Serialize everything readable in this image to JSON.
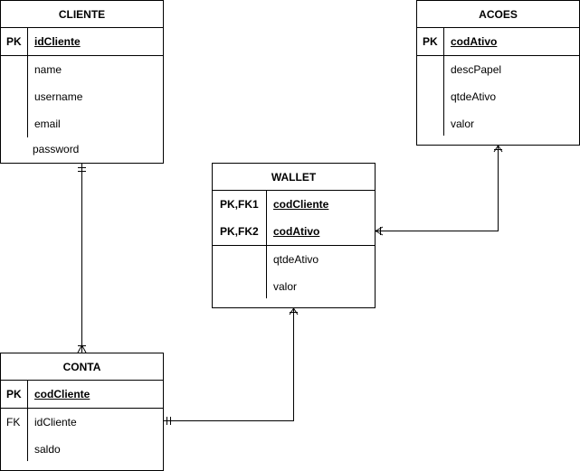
{
  "entities": {
    "cliente": {
      "title": "CLIENTE",
      "pk_key": "PK",
      "pk_attr": "idCliente",
      "attrs": [
        "name",
        "username",
        "email",
        "password"
      ]
    },
    "acoes": {
      "title": "ACOES",
      "pk_key": "PK",
      "pk_attr": "codAtivo",
      "attrs": [
        "descPapel",
        "qtdeAtivo",
        "valor"
      ]
    },
    "wallet": {
      "title": "WALLET",
      "pk1_key": "PK,FK1",
      "pk1_attr": "codCliente",
      "pk2_key": "PK,FK2",
      "pk2_attr": "codAtivo",
      "attrs": [
        "qtdeAtivo",
        "valor"
      ]
    },
    "conta": {
      "title": "CONTA",
      "pk_key": "PK",
      "pk_attr": "codCliente",
      "fk_key": "FK",
      "fk_attr": "idCliente",
      "attrs": [
        "saldo"
      ]
    }
  }
}
